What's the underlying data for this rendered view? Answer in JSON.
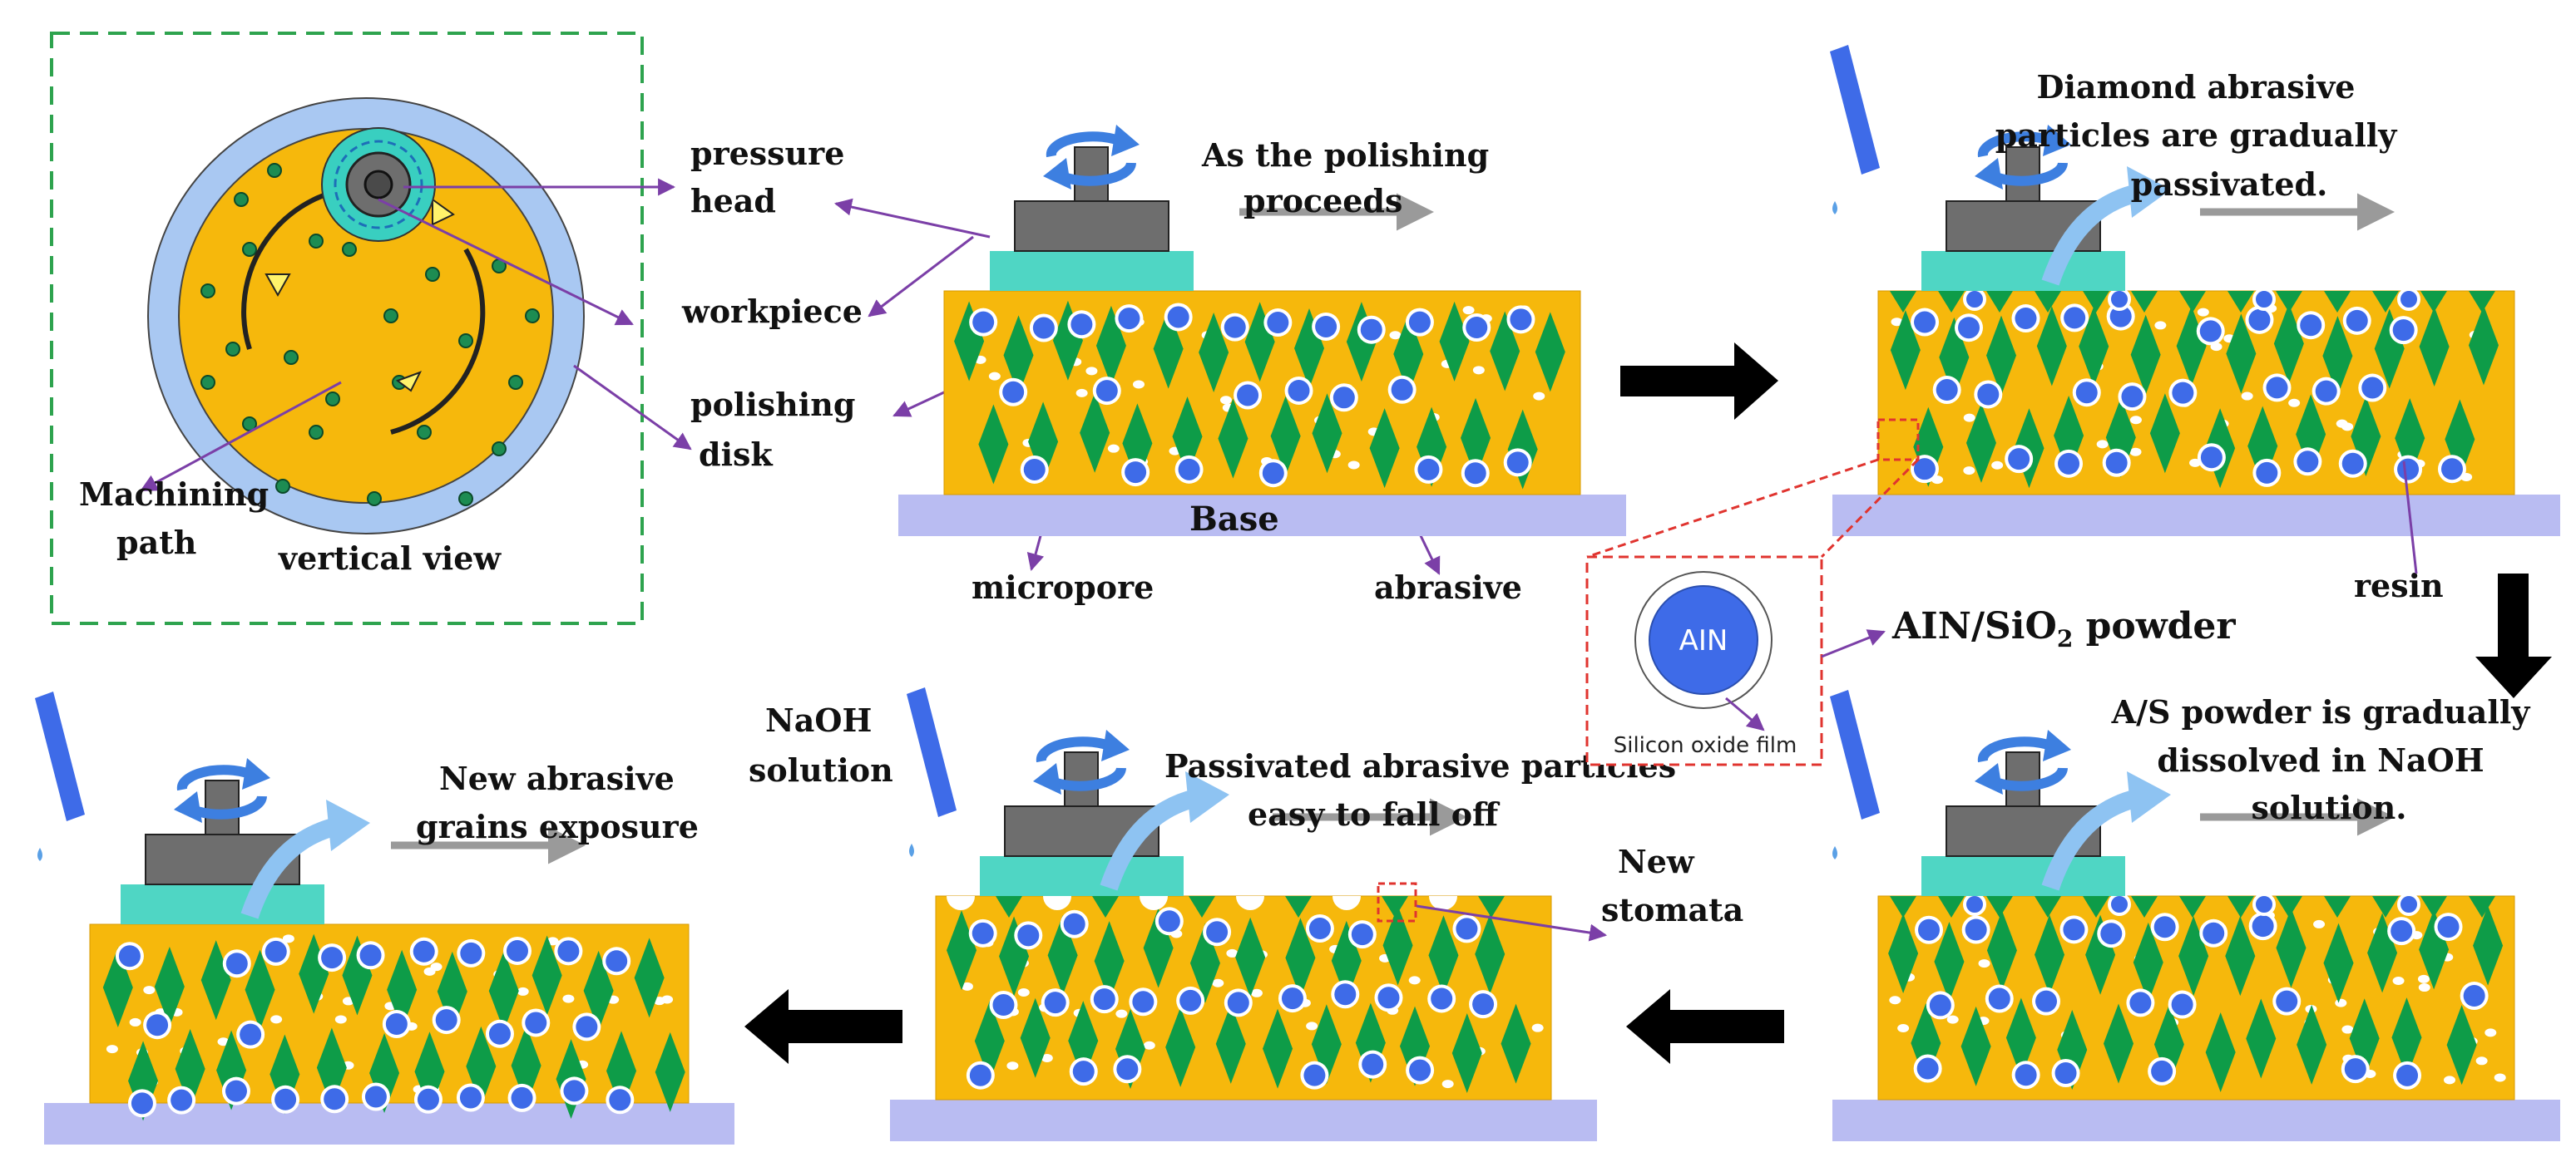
{
  "topview": {
    "pressure_head": "pressure",
    "pressure_head_2": "head",
    "workpiece": "workpiece",
    "polishing_disk": "polishing",
    "polishing_disk_2": "disk",
    "machining_path": "Machining",
    "machining_path_2": "path",
    "vertical_view": "vertical view"
  },
  "stage1": {
    "caption_1": "As the polishing",
    "caption_2": "proceeds",
    "base": "Base",
    "micropore": "micropore",
    "abrasive": "abrasive"
  },
  "stage2": {
    "caption_1": "Diamond abrasive",
    "caption_2": "particles are gradually",
    "caption_3": "passivated.",
    "resin": "resin"
  },
  "inset": {
    "core_label": "AIN",
    "film_label": "Silicon oxide film",
    "powder_label_main": "AIN/SiO",
    "powder_label_sub": "2",
    "powder_label_end": " powder"
  },
  "stage3": {
    "caption_1": "A/S powder is gradually",
    "caption_2": "dissolved in NaOH",
    "caption_3": "solution."
  },
  "stage4": {
    "naoh_1": "NaOH",
    "naoh_2": "solution",
    "caption_1": "Passivated abrasive particles",
    "caption_2": "easy to fall off",
    "stomata_1": "New",
    "stomata_2": "stomata"
  },
  "stage5": {
    "caption_1": "New abrasive",
    "caption_2": "grains exposure"
  },
  "colors": {
    "resin": "#F6B80C",
    "abrasive": "#0E9C48",
    "pore": "#3E6BE8",
    "workpiece": "#4FD6C4",
    "head": "#6E6E6E",
    "base": "#B9BCF2",
    "arrow_purple": "#7B3FA7",
    "flow_arrow": "#8EC3F2",
    "dashed_green": "#2EA34E",
    "dashed_red": "#E0342F"
  }
}
